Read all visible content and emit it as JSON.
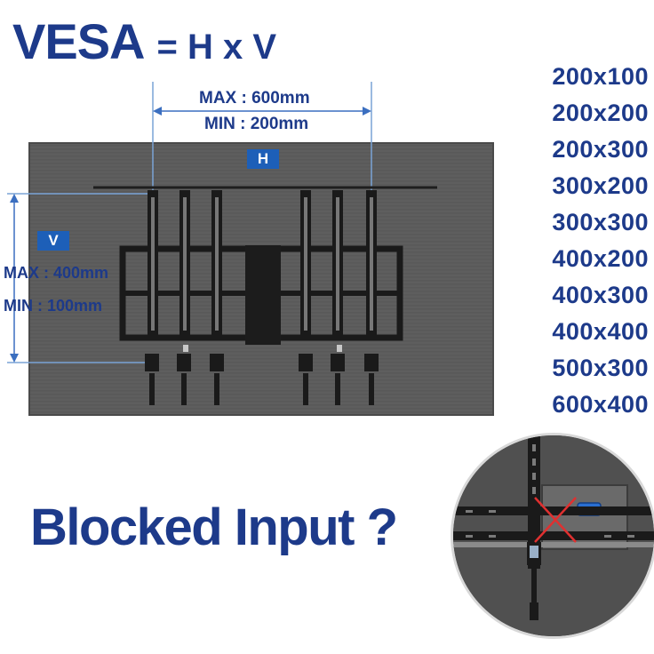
{
  "title": {
    "vesa": "VESA",
    "formula": "= H x V"
  },
  "horizontal": {
    "max": "MAX : 600mm",
    "min": "MIN : 200mm",
    "tag": "H"
  },
  "vertical": {
    "max": "MAX : 400mm",
    "min": "MIN : 100mm",
    "tag": "V"
  },
  "sizes": [
    "200x100",
    "200x200",
    "200x300",
    "300x200",
    "300x300",
    "400x200",
    "400x300",
    "400x400",
    "500x300",
    "600x400"
  ],
  "headline": "Blocked Input ?",
  "colors": {
    "accent": "#1d3a8a",
    "tag_bg": "#1d5fb8",
    "cross": "#e03030"
  }
}
